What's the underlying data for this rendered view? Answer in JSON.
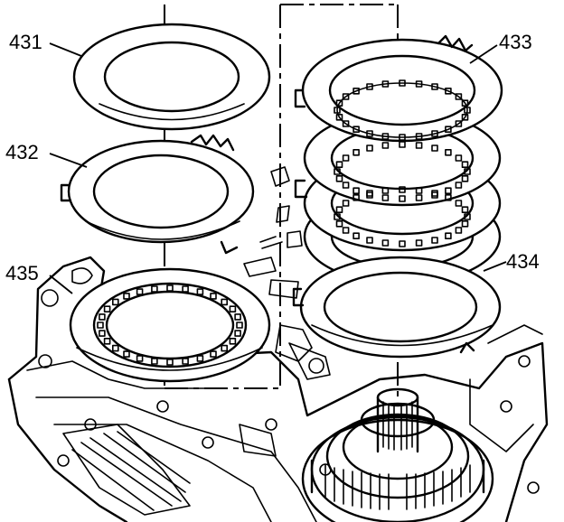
{
  "diagram": {
    "callouts": [
      {
        "id": "431",
        "label": "431"
      },
      {
        "id": "432",
        "label": "432"
      },
      {
        "id": "433",
        "label": "433"
      },
      {
        "id": "434",
        "label": "434"
      },
      {
        "id": "435",
        "label": "435"
      }
    ]
  }
}
